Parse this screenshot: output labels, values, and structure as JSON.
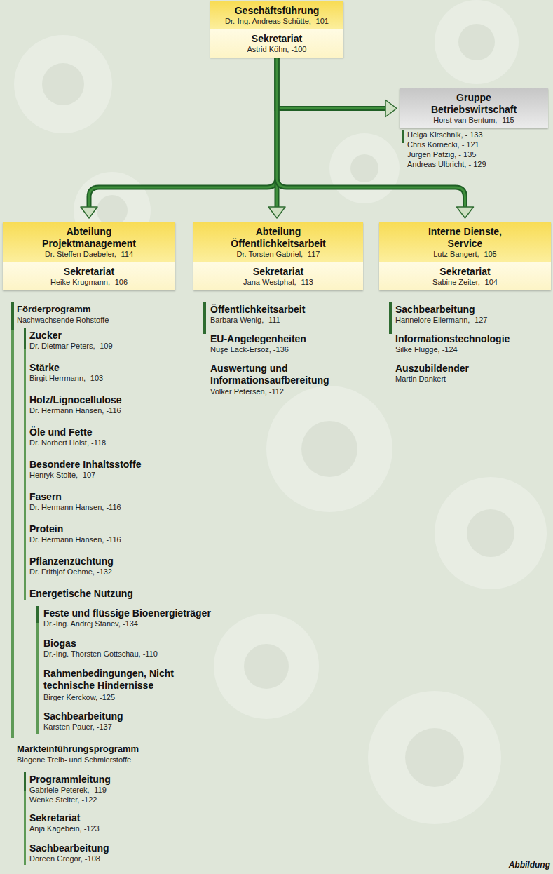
{
  "diagram": {
    "caption": "Abbildung",
    "nodes": [
      {
        "text": [
          "Geschäftsführung",
          "Dr.-Ing. Andreas Schütte, -101",
          "Sekretariat",
          "Astrid Köhn, -100"
        ]
      },
      {
        "text": [
          "Gruppe Betriebswirtschaft",
          "Horst van Bentum, -115"
        ]
      },
      {
        "text": [
          "Abteilung Projektmanagement",
          "Dr. Steffen Daebeler, -114",
          "Sekretariat",
          "Heike Krugmann, -106"
        ]
      },
      {
        "text": [
          "Abteilung Öffentlichkeitsarbeit",
          "Dr. Torsten Gabriel, -117",
          "Sekretariat",
          "Jana Westphal, -113"
        ]
      },
      {
        "text": [
          "Interne Dienste, Service",
          "Lutz Bangert, -105",
          "Sekretariat",
          "Sabine Zeiter, -104"
        ]
      }
    ],
    "edges": [
      {
        "from": 0,
        "to": 1,
        "arrow": "to"
      },
      {
        "from": 0,
        "to": 2,
        "arrow": "to"
      },
      {
        "from": 0,
        "to": 3,
        "arrow": "to"
      },
      {
        "from": 0,
        "to": 4,
        "arrow": "to"
      }
    ],
    "labels": [
      "Helga Kirschnik, - 133",
      "Chris Kornecki, - 121",
      "Jürgen Patzig, - 135",
      "Andreas Ulbricht, - 129",
      "Förderprogramm",
      "Nachwachsende Rohstoffe",
      "Zucker",
      "Dr. Dietmar Peters, -109",
      "Stärke",
      "Birgit Herrmann, -103",
      "Holz/Lignocellulose",
      "Dr. Hermann Hansen, -116",
      "Öle und Fette",
      "Dr. Norbert Holst, -118",
      "Besondere Inhaltsstoffe",
      "Henryk Stolte, -107",
      "Fasern",
      "Dr. Hermann Hansen, -116",
      "Protein",
      "Dr. Hermann Hansen, -116",
      "Pflanzenzüchtung",
      "Dr. Frithjof Oehme, -132",
      "Energetische Nutzung",
      "Feste und flüssige Bioenergieträger",
      "Dr.-Ing. Andrej Stanev, -134",
      "Biogas",
      "Dr.-Ing. Thorsten Gottschau, -110",
      "Rahmenbedingungen, Nicht technische Hindernisse",
      "Birger Kerckow, -125",
      "Sachbearbeitung",
      "Karsten Pauer, -137",
      "Markteinführungsprogramm",
      "Biogene Treib- und Schmierstoffe",
      "Programmleitung",
      "Gabriele Peterek, -119",
      "Wenke Stelter, -122",
      "Sekretariat",
      "Anja Kägebein, -123",
      "Sachbearbeitung",
      "Doreen Gregor, -108",
      "Öffentlichkeitsarbeit",
      "Barbara Wenig, -111",
      "EU-Angelegenheiten",
      "Nuşe Lack-Ersöz, -136",
      "Auswertung und Informationsaufbereitung",
      "Volker Petersen, -112",
      "Sachbearbeitung",
      "Hannelore Ellermann, -127",
      "Informationstechnologie",
      "Silke Flügge, -124",
      "Auszubildender",
      "Martin Dankert"
    ]
  }
}
